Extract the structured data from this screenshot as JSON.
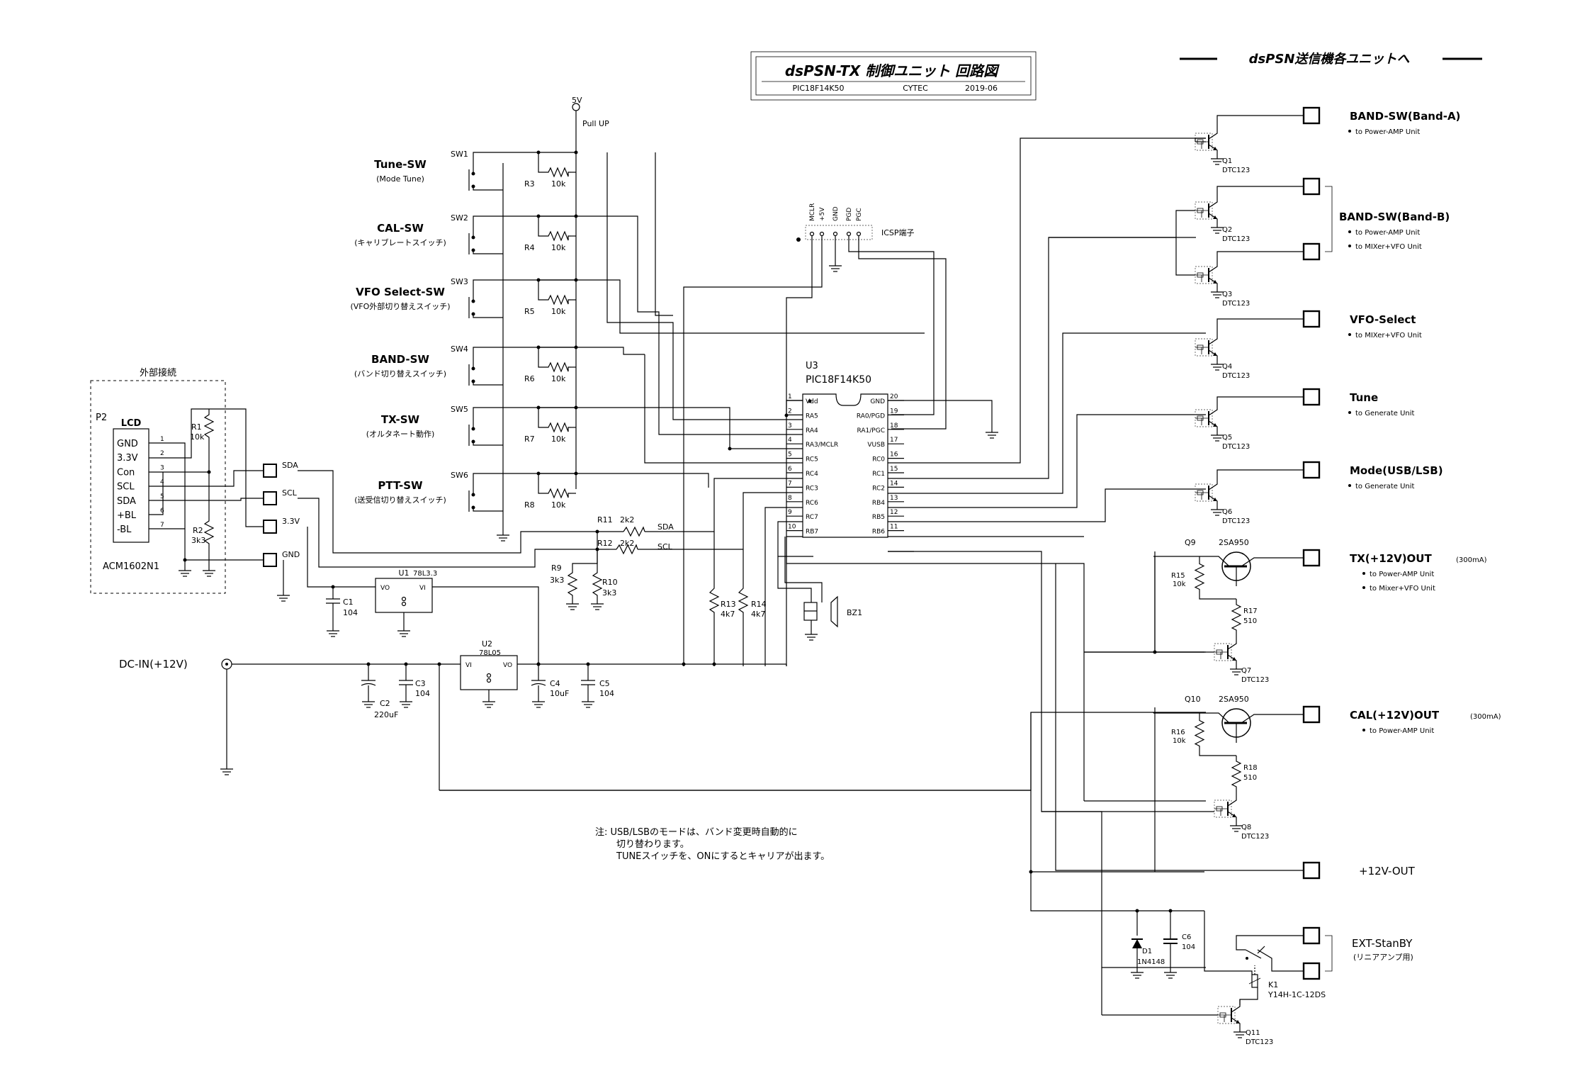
{
  "title": {
    "main": "dsPSN-TX  制御ユニット  回路図",
    "mcu": "PIC18F14K50",
    "org": "CYTEC",
    "date": "2019-06"
  },
  "header_right": "dsPSN送信機各ユニットへ",
  "power": {
    "v5": "5V",
    "pullup": "Pull UP",
    "dcin": "DC-IN(+12V)"
  },
  "switches": [
    {
      "id": "SW1",
      "label": "Tune-SW",
      "sub": "(Mode  Tune)",
      "res": "R3",
      "val": "10k"
    },
    {
      "id": "SW2",
      "label": "CAL-SW",
      "sub": "(キャリブレートスイッチ)",
      "res": "R4",
      "val": "10k"
    },
    {
      "id": "SW3",
      "label": "VFO  Select-SW",
      "sub": "(VFO外部切り替えスイッチ)",
      "res": "R5",
      "val": "10k"
    },
    {
      "id": "SW4",
      "label": "BAND-SW",
      "sub": "(バンド切り替えスイッチ)",
      "res": "R6",
      "val": "10k"
    },
    {
      "id": "SW5",
      "label": "TX-SW",
      "sub": "(オルタネート動作)",
      "res": "R7",
      "val": "10k"
    },
    {
      "id": "SW6",
      "label": "PTT-SW",
      "sub": "(送受信切り替えスイッチ)",
      "res": "R8",
      "val": "10k"
    }
  ],
  "icsp": {
    "label": "ICSP端子",
    "pins": [
      "MCLR",
      "+5V",
      "GND",
      "PGD",
      "PGC"
    ]
  },
  "mcu": {
    "ref": "U3",
    "part": "PIC18F14K50",
    "left_pins": [
      {
        "n": "1",
        "name": "Vdd"
      },
      {
        "n": "2",
        "name": "RA5"
      },
      {
        "n": "3",
        "name": "RA4"
      },
      {
        "n": "4",
        "name": "RA3/MCLR"
      },
      {
        "n": "5",
        "name": "RC5"
      },
      {
        "n": "6",
        "name": "RC4"
      },
      {
        "n": "7",
        "name": "RC3"
      },
      {
        "n": "8",
        "name": "RC6"
      },
      {
        "n": "9",
        "name": "RC7"
      },
      {
        "n": "10",
        "name": "RB7"
      }
    ],
    "right_pins": [
      {
        "n": "20",
        "name": "GND"
      },
      {
        "n": "19",
        "name": "RA0/PGD"
      },
      {
        "n": "18",
        "name": "RA1/PGC"
      },
      {
        "n": "17",
        "name": "VUSB"
      },
      {
        "n": "16",
        "name": "RC0"
      },
      {
        "n": "15",
        "name": "RC1"
      },
      {
        "n": "14",
        "name": "RC2"
      },
      {
        "n": "13",
        "name": "RB4"
      },
      {
        "n": "12",
        "name": "RB5"
      },
      {
        "n": "11",
        "name": "RB6"
      }
    ]
  },
  "lcd": {
    "group": "外部接続",
    "ref": "P2",
    "title": "LCD",
    "part": "ACM1602N1",
    "pins": [
      "GND",
      "3.3V",
      "Con",
      "SCL",
      "SDA",
      "+BL",
      "-BL"
    ],
    "pin_nums": [
      "1",
      "2",
      "3",
      "4",
      "5",
      "6",
      "7"
    ],
    "terms": [
      "SDA",
      "SCL",
      "3.3V",
      "GND"
    ]
  },
  "parts": {
    "R1": "R1",
    "R1v": "10k",
    "R2": "R2",
    "R2v": "3k3",
    "R9": "R9",
    "R9v": "3k3",
    "R10": "R10",
    "R10v": "3k3",
    "R11": "R11",
    "R11v": "2k2",
    "R12": "R12",
    "R12v": "2k2",
    "sda": "SDA",
    "scl": "SCL",
    "R13": "R13",
    "R13v": "4k7",
    "R14": "R14",
    "R14v": "4k7",
    "BZ1": "BZ1",
    "U1": "U1",
    "U1v": "78L3.3",
    "U2": "U2",
    "U2v": "78L05",
    "vo": "VO",
    "vi": "VI",
    "C1": "C1",
    "C1v": "104",
    "C2": "C2",
    "C2v": "220uF",
    "C3": "C3",
    "C3v": "104",
    "C4": "C4",
    "C4v": "10uF",
    "C5": "C5",
    "C5v": "104"
  },
  "outputs": [
    {
      "label": "BAND-SW(Band-A)",
      "sub": [
        "to Power-AMP Unit"
      ],
      "q": "Q1",
      "qv": "DTC123"
    },
    {
      "label": "BAND-SW(Band-B)",
      "sub": [
        "to Power-AMP Unit",
        "to MIXer+VFO Unit"
      ],
      "q": "Q2",
      "qv": "DTC123",
      "q2": "Q3",
      "q2v": "DTC123"
    },
    {
      "label": "VFO-Select",
      "sub": [
        "to MIXer+VFO Unit"
      ],
      "q": "Q4",
      "qv": "DTC123"
    },
    {
      "label": "Tune",
      "sub": [
        "to Generate Unit"
      ],
      "q": "Q5",
      "qv": "DTC123"
    },
    {
      "label": "Mode(USB/LSB)",
      "sub": [
        "to Generate Unit"
      ],
      "q": "Q6",
      "qv": "DTC123"
    },
    {
      "label": "TX(+12V)OUT",
      "ma": "(300mA)",
      "sub": [
        "to Power-AMP Unit",
        "to Mixer+VFO Unit"
      ],
      "pnp": "Q9",
      "pnpv": "2SA950",
      "r1": "R15",
      "r1v": "10k",
      "r2": "R17",
      "r2v": "510",
      "q": "Q7",
      "qv": "DTC123"
    },
    {
      "label": "CAL(+12V)OUT",
      "ma": "(300mA)",
      "sub": [
        "to Power-AMP Unit"
      ],
      "pnp": "Q10",
      "pnpv": "2SA950",
      "r1": "R16",
      "r1v": "10k",
      "r2": "R18",
      "r2v": "510",
      "q": "Q8",
      "qv": "DTC123"
    },
    {
      "label": "+12V-OUT",
      "sub": []
    },
    {
      "label": "EXT-StanBY",
      "sub": [
        "(リニアアンプ用)"
      ],
      "relay": "K1",
      "relayv": "Y14H-1C-12DS",
      "d": "D1",
      "dv": "1N4148",
      "c": "C6",
      "cv": "104",
      "q": "Q11",
      "qv": "DTC123"
    }
  ],
  "note": [
    "注:  USB/LSBのモードは、バンド変更時自動的に",
    "切り替わります。",
    "TUNEスイッチを、ONにするとキャリアが出ます。"
  ]
}
